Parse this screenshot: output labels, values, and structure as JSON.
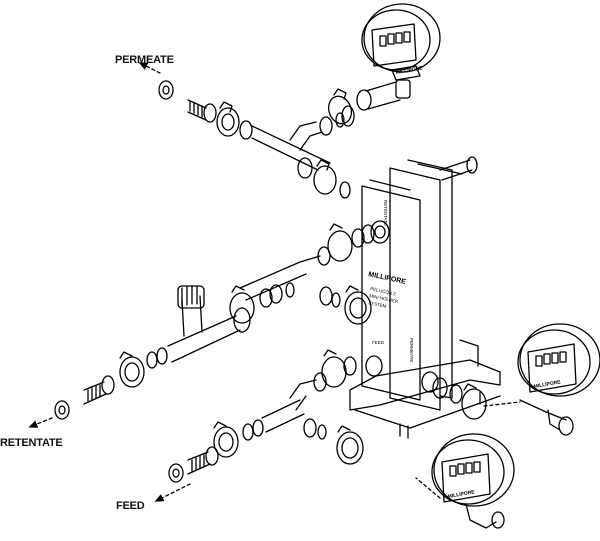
{
  "labels": {
    "permeate": "PERMEATE",
    "retentate": "RETENTATE",
    "feed": "FEED"
  },
  "cassette": {
    "side_text": "RETENTATE",
    "brand": "MILLIPORE",
    "model_lines": [
      "PELLICON 2",
      "MINI HOLDER",
      "SYSTEM"
    ],
    "feed_text": "FEED",
    "permeate_text": "PERMEATE"
  },
  "gauge_brand": "MILLIPORE"
}
